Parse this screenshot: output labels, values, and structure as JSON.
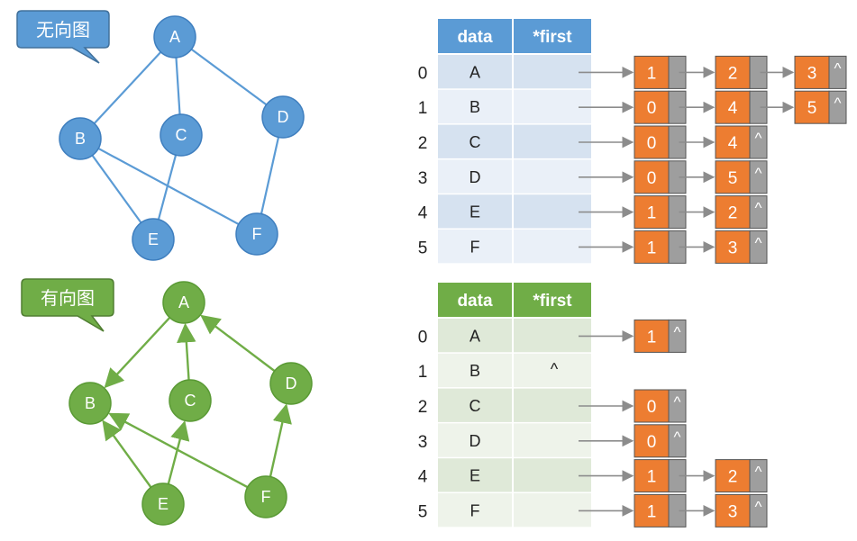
{
  "colors": {
    "blue_node": "#5b9bd5",
    "blue_node_stroke": "#3f7fbf",
    "blue_edge": "#5b9bd5",
    "green_node": "#70ad47",
    "green_node_stroke": "#5a9a35",
    "green_edge": "#70ad47",
    "blue_header": "#5b9bd5",
    "green_header": "#70ad47",
    "blue_row_dark": "#d6e2f0",
    "blue_row_light": "#eaf0f8",
    "green_row_dark": "#dfe9d8",
    "green_row_light": "#eef3ea",
    "box_orange": "#ed7d31",
    "box_gray": "#9e9e9e",
    "arrow_gray": "#8c8c8c"
  },
  "undirected": {
    "callout": "无向图",
    "nodes": [
      "A",
      "B",
      "C",
      "D",
      "E",
      "F"
    ],
    "edges": [
      [
        "A",
        "B"
      ],
      [
        "A",
        "C"
      ],
      [
        "A",
        "D"
      ],
      [
        "B",
        "E"
      ],
      [
        "B",
        "F"
      ],
      [
        "C",
        "E"
      ],
      [
        "D",
        "F"
      ]
    ]
  },
  "directed": {
    "callout": "有向图",
    "nodes": [
      "A",
      "B",
      "C",
      "D",
      "E",
      "F"
    ],
    "arcs": [
      [
        "A",
        "B"
      ],
      [
        "C",
        "A"
      ],
      [
        "D",
        "A"
      ],
      [
        "E",
        "B"
      ],
      [
        "E",
        "C"
      ],
      [
        "F",
        "B"
      ],
      [
        "F",
        "D"
      ]
    ]
  },
  "undirected_table": {
    "headers": [
      "data",
      "*first"
    ],
    "rows": [
      {
        "index": "0",
        "data": "A",
        "first": "",
        "list": [
          {
            "v": "1"
          },
          {
            "v": "2"
          },
          {
            "v": "3",
            "end": "^"
          }
        ]
      },
      {
        "index": "1",
        "data": "B",
        "first": "",
        "list": [
          {
            "v": "0"
          },
          {
            "v": "4"
          },
          {
            "v": "5",
            "end": "^"
          }
        ]
      },
      {
        "index": "2",
        "data": "C",
        "first": "",
        "list": [
          {
            "v": "0"
          },
          {
            "v": "4",
            "end": "^"
          }
        ]
      },
      {
        "index": "3",
        "data": "D",
        "first": "",
        "list": [
          {
            "v": "0"
          },
          {
            "v": "5",
            "end": "^"
          }
        ]
      },
      {
        "index": "4",
        "data": "E",
        "first": "",
        "list": [
          {
            "v": "1"
          },
          {
            "v": "2",
            "end": "^"
          }
        ]
      },
      {
        "index": "5",
        "data": "F",
        "first": "",
        "list": [
          {
            "v": "1"
          },
          {
            "v": "3",
            "end": "^"
          }
        ]
      }
    ]
  },
  "directed_table": {
    "headers": [
      "data",
      "*first"
    ],
    "rows": [
      {
        "index": "0",
        "data": "A",
        "first": "",
        "list": [
          {
            "v": "1",
            "end": "^"
          }
        ]
      },
      {
        "index": "1",
        "data": "B",
        "first": "^",
        "list": []
      },
      {
        "index": "2",
        "data": "C",
        "first": "",
        "list": [
          {
            "v": "0",
            "end": "^"
          }
        ]
      },
      {
        "index": "3",
        "data": "D",
        "first": "",
        "list": [
          {
            "v": "0",
            "end": "^"
          }
        ]
      },
      {
        "index": "4",
        "data": "E",
        "first": "",
        "list": [
          {
            "v": "1"
          },
          {
            "v": "2",
            "end": "^"
          }
        ]
      },
      {
        "index": "5",
        "data": "F",
        "first": "",
        "list": [
          {
            "v": "1"
          },
          {
            "v": "3",
            "end": "^"
          }
        ]
      }
    ]
  }
}
